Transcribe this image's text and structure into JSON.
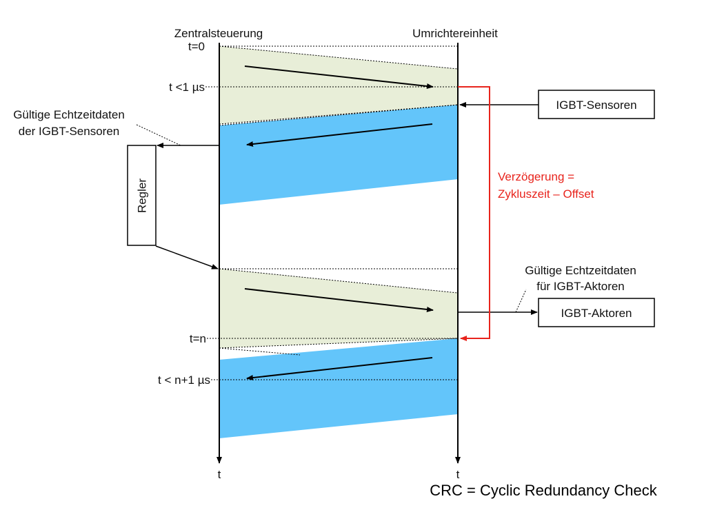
{
  "lanes": {
    "left_title": "Zentralsteuerung",
    "right_title": "Umrichtereinheit",
    "left_axis_label": "t",
    "right_axis_label": "t"
  },
  "time_marks": {
    "t0": "t=0",
    "t1": "t <1 µs",
    "tn": "t=n",
    "tn1": "t < n+1 µs"
  },
  "sensors_note": {
    "line1": "Gültige Echtzeitdaten",
    "line2": "der IGBT-Sensoren"
  },
  "actors_note": {
    "line1": "Gültige Echtzeitdaten",
    "line2": "für IGBT-Aktoren"
  },
  "boxes": {
    "sensors": "IGBT-Sensoren",
    "actors": "IGBT-Aktoren",
    "controller": "Regler"
  },
  "delay_note": {
    "line1": "Verzögerung =",
    "line2": "Zykluszeit – Offset"
  },
  "footnote": "CRC = Cyclic Redundancy Check",
  "colors": {
    "downlink_fill": "#e8eed8",
    "uplink_fill": "#63c5fa",
    "delay_line": "#e8231c",
    "line": "#000000"
  }
}
